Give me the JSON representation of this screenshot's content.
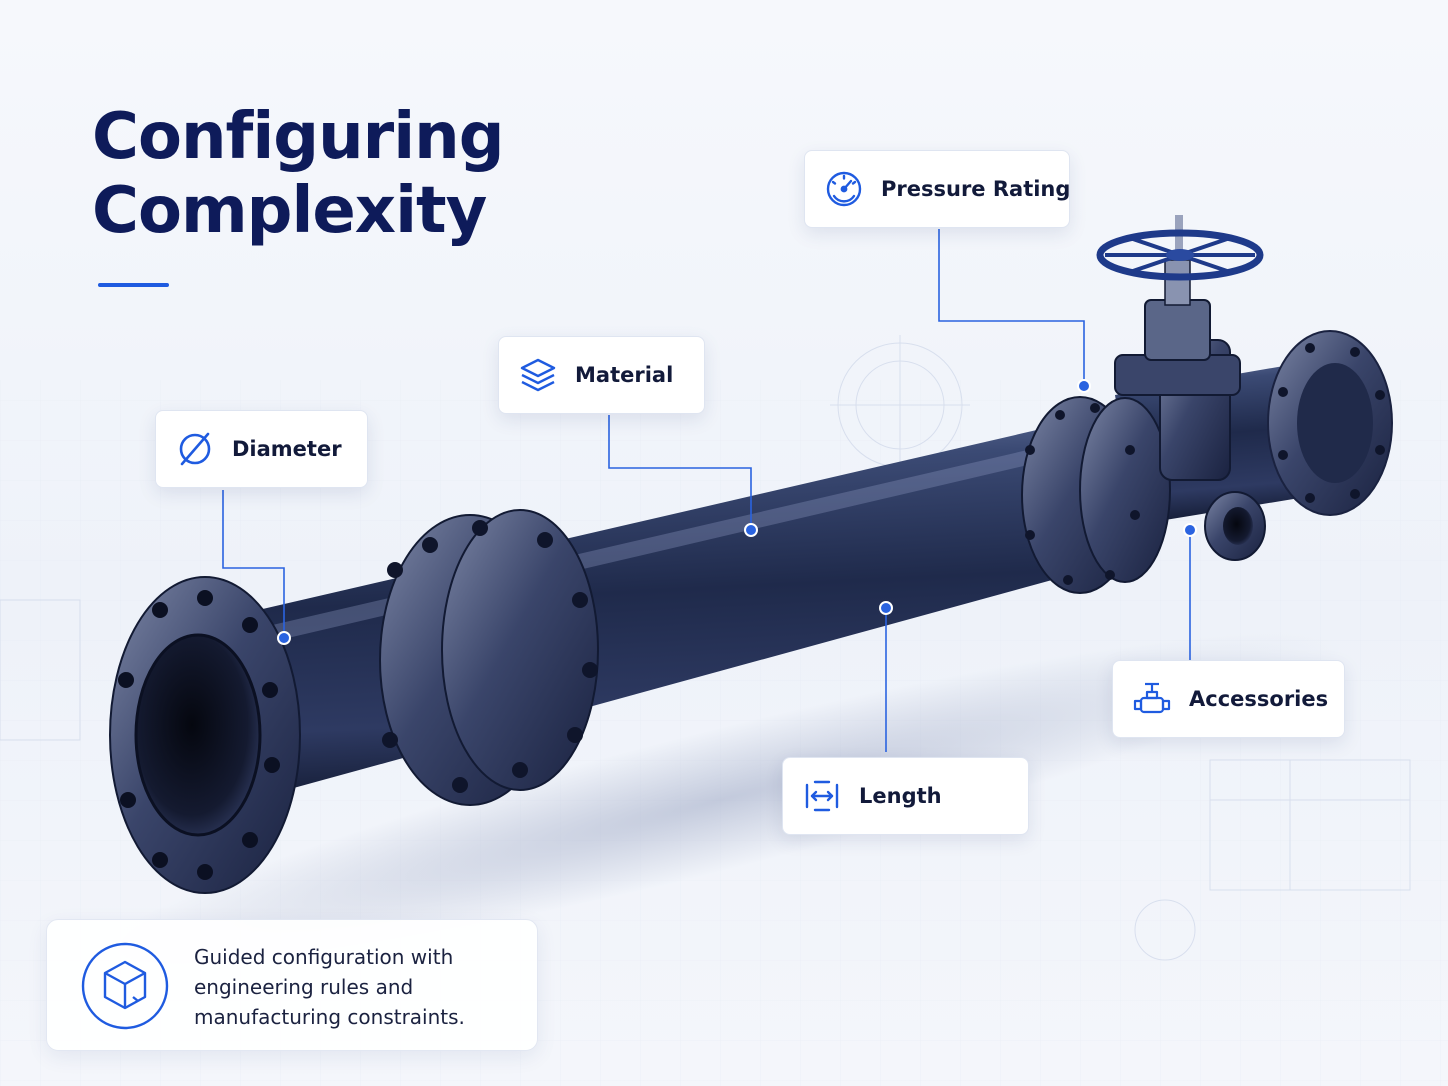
{
  "title": {
    "line1": "Configuring",
    "line2": "Complexity"
  },
  "callouts": {
    "diameter": {
      "label": "Diameter",
      "icon": "diameter-icon"
    },
    "material": {
      "label": "Material",
      "icon": "layers-icon"
    },
    "pressure_rating": {
      "label": "Pressure Rating",
      "icon": "gauge-icon"
    },
    "accessories": {
      "label": "Accessories",
      "icon": "valve-icon"
    },
    "length": {
      "label": "Length",
      "icon": "length-icon"
    }
  },
  "note": {
    "icon": "cube-icon",
    "text": "Guided configuration with engineering rules and manufacturing constraints."
  },
  "colors": {
    "title": "#0e1b5a",
    "accent": "#1f5be0",
    "pipe": "#27355c",
    "label_text": "#121a3a"
  }
}
